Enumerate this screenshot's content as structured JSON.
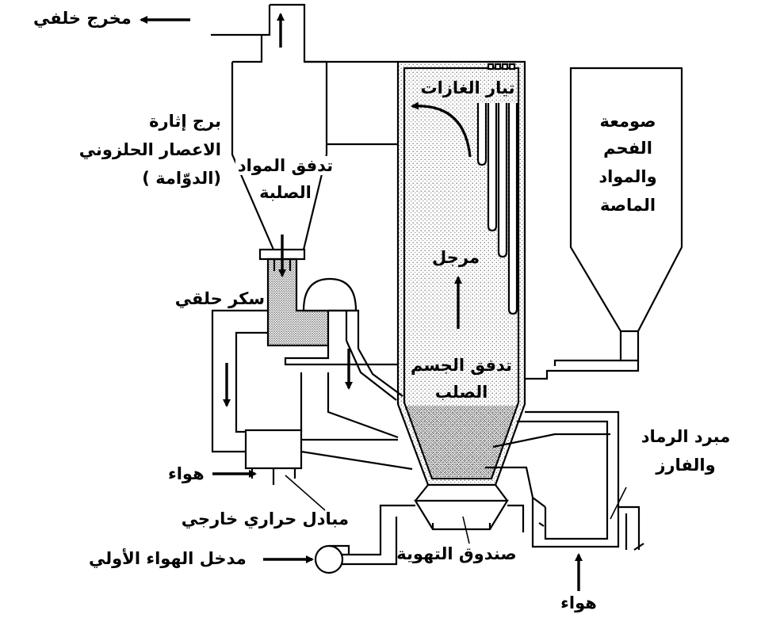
{
  "colors": {
    "ink": "#000000",
    "paper": "#ffffff",
    "fill_dots": "#7a7a7a"
  },
  "labels": {
    "rear_outlet": "مخرج خلفي",
    "cyclone_tower": [
      "برج إثارة",
      "الاعصار الحلزوني",
      "(الدوّامة )"
    ],
    "solids_flow": [
      "تدفق المواد",
      "الصلبة"
    ],
    "gas_stream": "تيار الغازات",
    "coal_silo": [
      "صومعة",
      "الفحم",
      "والمواد",
      "الماصة"
    ],
    "boiler": "مرجل",
    "ring_seal": "سكر حلقي",
    "solid_body_flow": [
      "تدفق الجسم",
      "الصلب"
    ],
    "ash_cooler": [
      "مبرد الرماد",
      "والفارز"
    ],
    "air_left": "هواء",
    "external_heat_exchanger": "مبادل حراري خارجي",
    "primary_air_inlet": "مدخل الهواء الأولي",
    "windbox": "صندوق التهوية",
    "air_bottom": "هواء"
  }
}
